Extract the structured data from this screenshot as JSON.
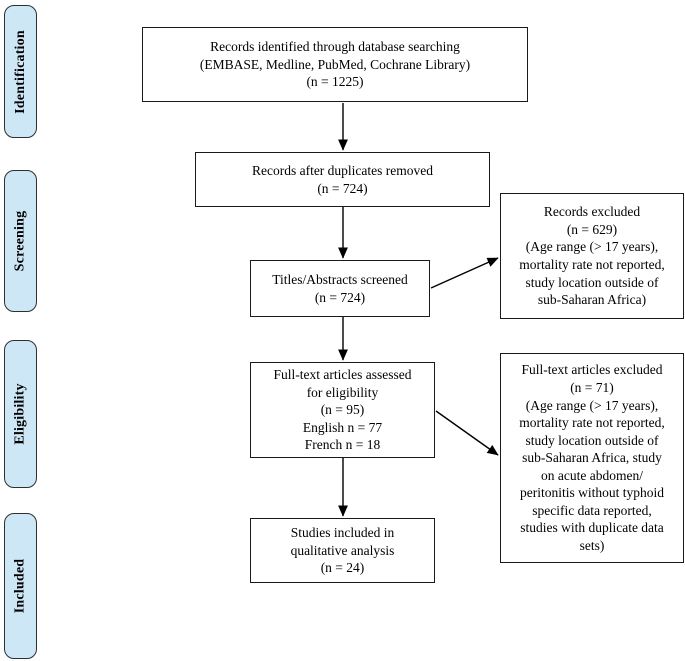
{
  "diagram": {
    "type": "prisma-flow",
    "stages": [
      {
        "label": "Identification"
      },
      {
        "label": "Screening"
      },
      {
        "label": "Eligibility"
      },
      {
        "label": "Included"
      }
    ],
    "boxes": {
      "identified": {
        "lines": [
          "Records identified through database searching",
          "(EMBASE, Medline, PubMed, Cochrane Library)",
          "(n = 1225)"
        ]
      },
      "duplicates_removed": {
        "lines": [
          "Records after duplicates removed",
          "(n = 724)"
        ]
      },
      "screened": {
        "lines": [
          "Titles/Abstracts screened",
          "(n = 724)"
        ]
      },
      "records_excluded": {
        "lines": [
          "Records excluded",
          "(n = 629)",
          "(Age range (> 17 years),",
          "mortality rate not reported,",
          "study location outside of",
          "sub-Saharan Africa)"
        ]
      },
      "fulltext_assessed": {
        "lines": [
          "Full-text articles assessed",
          "for eligibility",
          "(n = 95)",
          "English n = 77",
          "French n = 18"
        ]
      },
      "fulltext_excluded": {
        "lines": [
          "Full-text articles excluded",
          "(n = 71)",
          "(Age range (> 17 years),",
          "mortality rate not reported,",
          "study location outside of",
          "sub-Saharan Africa, study",
          "on acute abdomen/",
          "peritonitis without typhoid",
          "specific data reported,",
          "studies with duplicate data",
          "sets)"
        ]
      },
      "included_studies": {
        "lines": [
          "Studies included in",
          "qualitative analysis",
          "(n = 24)"
        ]
      }
    },
    "colors": {
      "stage_fill": "#cee7f6",
      "stage_border": "#2f2f2f",
      "box_border": "#1a1a1a",
      "arrow": "#000000",
      "background": "#ffffff"
    }
  }
}
